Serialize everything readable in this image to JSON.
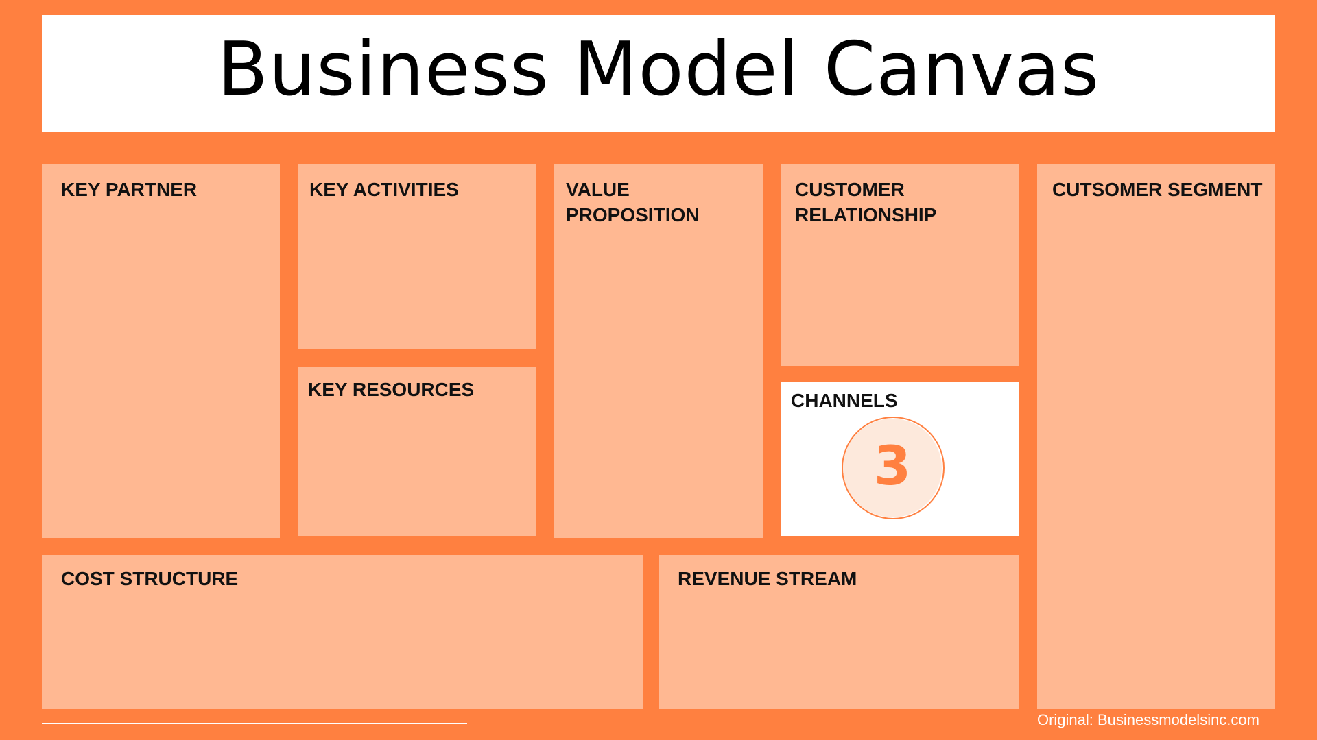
{
  "title": "Business Model Canvas",
  "blocks": {
    "key_partner": "KEY PARTNER",
    "key_activities": "KEY ACTIVITIES",
    "key_resources": "KEY RESOURCES",
    "value_proposition": "VALUE PROPOSITION",
    "customer_relationship": "CUSTOMER\nRELATIONSHIP",
    "channels": "CHANNELS",
    "customer_segment": "CUTSOMER SEGMENT",
    "cost_structure": "COST STRUCTURE",
    "revenue_stream": "REVENUE STREAM"
  },
  "highlight": {
    "block": "channels",
    "number": "3"
  },
  "credit": "Original: Businessmodelsinc.com",
  "colors": {
    "background": "#ff8040",
    "block_fill": "#ffb892",
    "highlight_fill": "#ffffff",
    "accent": "#ff8040"
  }
}
